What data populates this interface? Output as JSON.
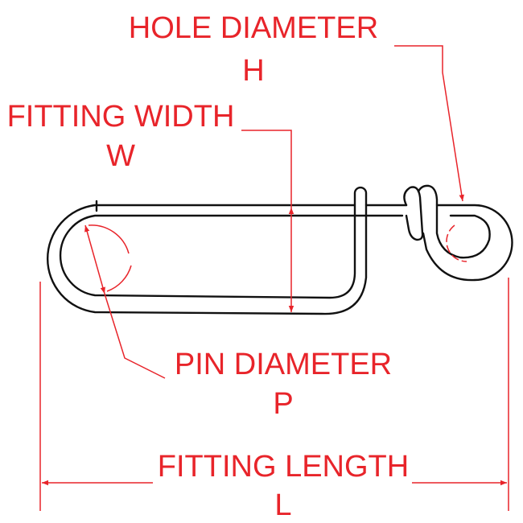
{
  "labels": {
    "hole_diameter": {
      "title": "HOLE DIAMETER",
      "symbol": "H"
    },
    "fitting_width": {
      "title": "FITTING WIDTH",
      "symbol": "W"
    },
    "pin_diameter": {
      "title": "PIN DIAMETER",
      "symbol": "P"
    },
    "fitting_length": {
      "title": "FITTING LENGTH",
      "symbol": "L"
    }
  },
  "colors": {
    "dimension": "#e8242a",
    "outline": "#111111"
  }
}
